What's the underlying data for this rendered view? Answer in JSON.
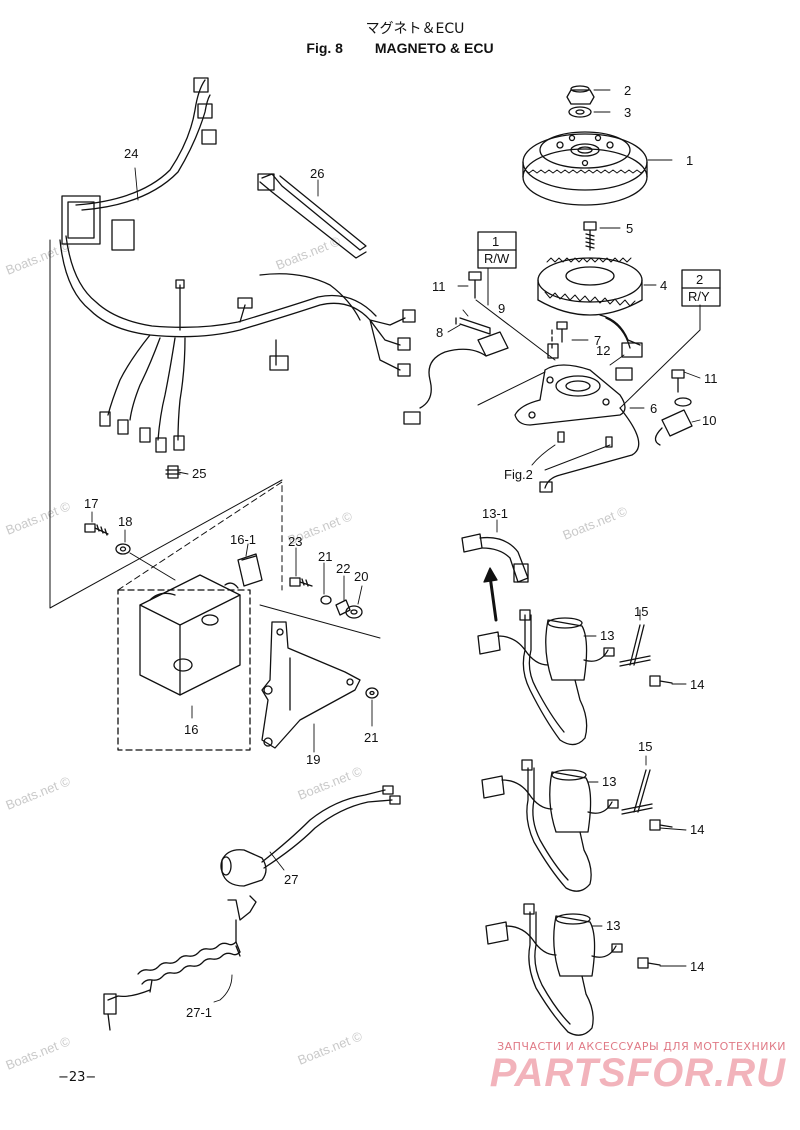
{
  "header": {
    "jp_title": "マグネト＆ECU",
    "fig_number": "Fig. 8",
    "fig_title": "MAGNETO & ECU"
  },
  "parts": {
    "p1": "1",
    "p2": "2",
    "p3": "3",
    "p4": "4",
    "p5": "5",
    "p6": "6",
    "p7": "7",
    "p8": "8",
    "p9": "9",
    "p10": "10",
    "p11a": "11",
    "p11b": "11",
    "p12": "12",
    "p13a": "13",
    "p13b": "13",
    "p13c": "13",
    "p13_1": "13-1",
    "p14a": "14",
    "p14b": "14",
    "p14c": "14",
    "p15a": "15",
    "p15b": "15",
    "p16": "16",
    "p16_1": "16-1",
    "p17": "17",
    "p18": "18",
    "p19": "19",
    "p20": "20",
    "p21a": "21",
    "p21b": "21",
    "p22": "22",
    "p23": "23",
    "p24": "24",
    "p25": "25",
    "p26": "26",
    "p27": "27",
    "p27_1": "27-1"
  },
  "boxes": {
    "box1_num": "1",
    "box1_code": "R/W",
    "box2_num": "2",
    "box2_code": "R/Y"
  },
  "figref": "Fig.2",
  "watermark": "Boats.net ©",
  "page_number": "−23−",
  "brand": {
    "tagline": "ЗАПЧАСТИ И АКСЕССУАРЫ ДЛЯ МОТОТЕХНИКИ",
    "name": "PARTSFOR.RU"
  }
}
